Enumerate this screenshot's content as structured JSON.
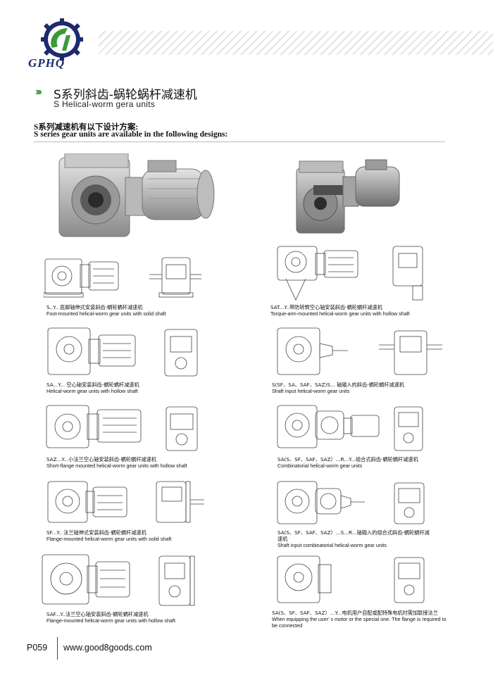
{
  "brand": {
    "logo_text": "GPHQ",
    "primary": "#1d2a6b",
    "accent": "#3a9a3a"
  },
  "header": {
    "title_cn": "S系列斜齿-蜗轮蜗杆减速机",
    "title_en": "S Helical-worm gera units"
  },
  "intro": {
    "cn": "S系列减速机有以下设计方案:",
    "en": "S series gear units are available in the following designs:"
  },
  "units": [
    {
      "cn": "S..Y.. 底脚轴伸式安装斜齿-蜗轮蜗杆减速机",
      "en": "Foot-mounted helical-worm gear units with solid shaft"
    },
    {
      "cn": "SAT...Y..带防转臂空心轴安装斜齿-蜗轮蜗杆减速机",
      "en": "Torque-arm-mounted helical-worm gear units with hollow shaft"
    },
    {
      "cn": "SA...Y... 空心轴安装斜齿-蜗轮蜗杆减速机",
      "en": "Helical-worm gear units with hollow shaft"
    },
    {
      "cn": "S(SF、SA、SAF、SAZ)S... 轴输入的斜齿-蜗轮蜗杆减速机",
      "en": "Shaft input helical-worm gear units"
    },
    {
      "cn": "SAZ...Y...小法兰空心轴安装斜齿-蜗轮蜗杆减速机",
      "en": "Short-flange mounted helical-worm gear units with hollow shaft"
    },
    {
      "cn": "SA(S、SF、SAF、SAZ）...R...Y...组合式斜齿-蜗轮蜗杆减速机",
      "en": "Combinatorial helical-worm gear units"
    },
    {
      "cn": "SF...Y.. 法兰轴伸式安装斜齿-蜗轮蜗杆减速机",
      "en": "Flange-mounted helical-worm gear units with solid shaft"
    },
    {
      "cn": "SA(S、SF、SAF、SAZ）...S...R...轴输入的组合式斜齿-蜗轮蜗杆减速机",
      "en": "Shaft input combinatorial helical-worm gear units"
    },
    {
      "cn": "SAF...Y..法兰空心轴安装斜齿-蜗轮蜗杆减速机",
      "en": "Flange-mounted helical-worm gear units with hollow shaft"
    },
    {
      "cn": "SA(S、SF、SAF、SAZ）...Y...电机用户自配或配特殊电机时需加联接法兰",
      "en": "When equipping the user’ s motor or the special one. The flange is required to be connected"
    }
  ],
  "footer": {
    "page": "P059",
    "website": "www.good8goods.com"
  }
}
